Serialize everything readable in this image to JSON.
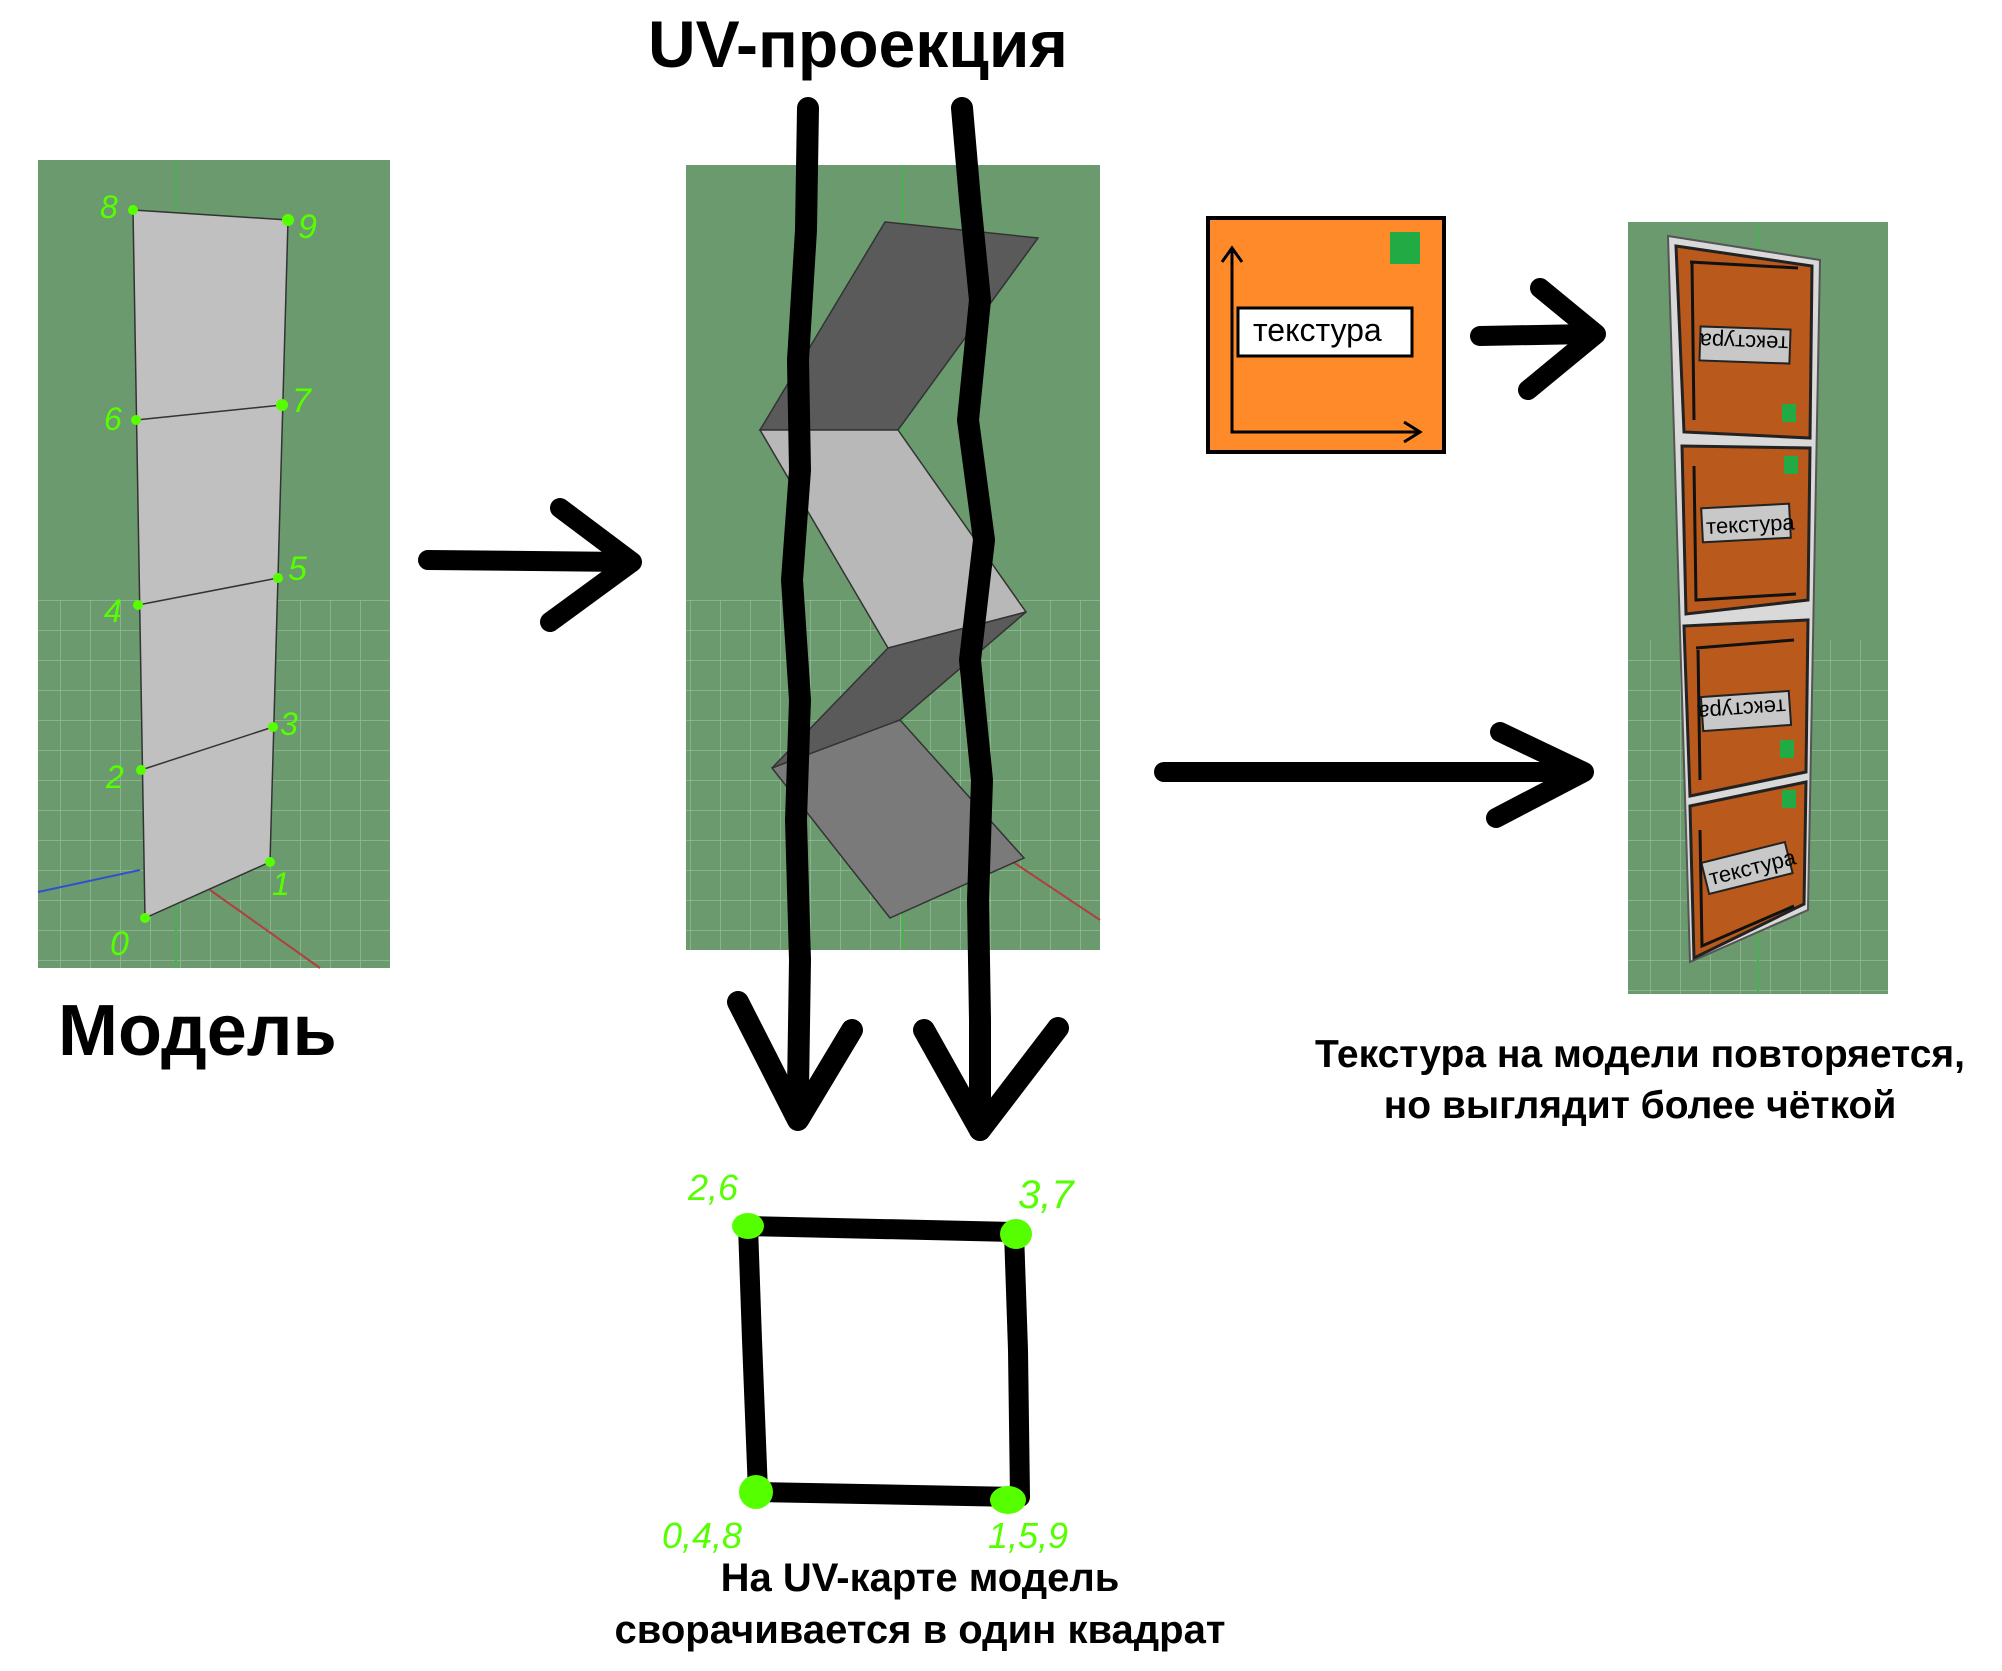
{
  "titles": {
    "uv_projection": "UV-проекция",
    "model": "Модель"
  },
  "captions": {
    "uv_map_line1": "На UV-карте модель",
    "uv_map_line2": "сворачивается в один квадрат",
    "texture_line1": "Текстура на модели повторяется,",
    "texture_line2": "но выглядит более чёткой"
  },
  "texture_label": "текстура",
  "model_vertices": [
    "0",
    "1",
    "2",
    "3",
    "4",
    "5",
    "6",
    "7",
    "8",
    "9"
  ],
  "uv_corners": {
    "top_left": "2,6",
    "top_right": "3,7",
    "bottom_left": "0,4,8",
    "bottom_right": "1,5,9"
  },
  "colors": {
    "viewport_bg": "#6a9a6e",
    "grid": "#9cc3a0",
    "mesh": "#c0c0c0",
    "vertex": "#55ff00",
    "texture_orange": "#ff8a2a",
    "texture_marker": "#22aa44",
    "tiled_orange": "#b95a1c"
  }
}
